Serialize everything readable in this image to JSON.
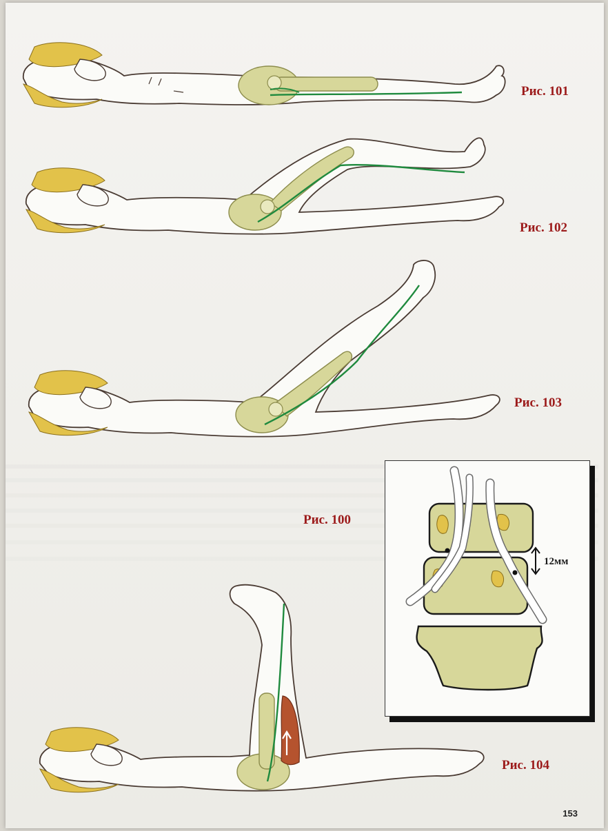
{
  "figures": {
    "fig101": "Рис. 101",
    "fig102": "Рис. 102",
    "fig103": "Рис. 103",
    "fig100": "Рис. 100",
    "fig104": "Рис. 104"
  },
  "inset": {
    "dimension": "12мм"
  },
  "page_number": "153",
  "colors": {
    "label_red": "#9c1b1b",
    "hair": "#e2c24a",
    "bone_fill": "#d7d79a",
    "nerve_green": "#1f8a3e",
    "muscle": "#b5532e",
    "outline": "#4a3b33"
  }
}
